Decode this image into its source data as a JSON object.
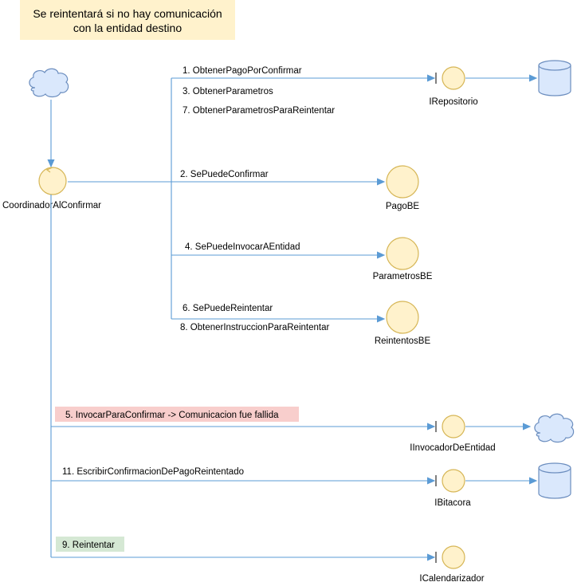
{
  "note": {
    "line1": "Se reintentará si no hay comunicación",
    "line2": "con la entidad destino"
  },
  "nodes": {
    "coordinator": "CoordinadorAlConfirmar",
    "irepositorio": "IRepositorio",
    "pagobe": "PagoBE",
    "parametrosbe": "ParametrosBE",
    "reintentosbe": "ReintentosBE",
    "iinvocador": "IInvocadorDeEntidad",
    "ibitacora": "IBitacora",
    "icalendarizador": "ICalendarizador"
  },
  "messages": {
    "m1": "1. ObtenerPagoPorConfirmar",
    "m3": "3. ObtenerParametros",
    "m7": "7. ObtenerParametrosParaReintentar",
    "m2": "2. SePuedeConfirmar",
    "m4": "4. SePuedeInvocarAEntidad",
    "m6": "6. SePuedeReintentar",
    "m8": "8. ObtenerInstruccionParaReintentar",
    "m5": "5. InvocarParaConfirmar -> Comunicacion fue fallida",
    "m11": "11. EscribirConfirmacionDePagoReintentado",
    "m9": "9. Reintentar"
  },
  "colors": {
    "note_fill": "#fff2cc",
    "highlight_red": "#f8cecc",
    "highlight_green": "#d5e8d4",
    "edge": "#5b9bd5",
    "entity_fill": "#fff2cc",
    "entity_stroke": "#d6b656",
    "db_fill": "#dae8fc"
  }
}
